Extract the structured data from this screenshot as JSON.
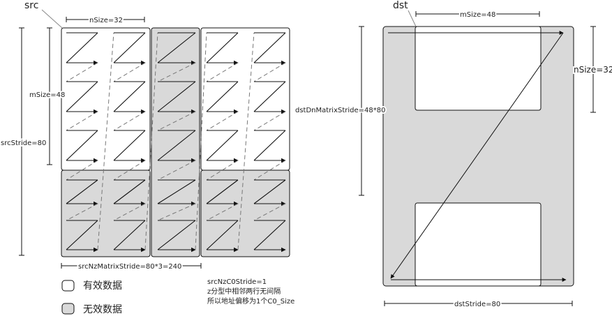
{
  "src": {
    "title": "src",
    "nsize_label": "nSize=32",
    "msize_label": "mSize=48",
    "stride_label": "srcStride=80",
    "bottom_label": "srcNzMatrixStride=80*3=240"
  },
  "dst": {
    "title": "dst",
    "msize_label": "mSize=48",
    "nsize_label": "nSize=32",
    "left_label": "dstDnMatrixStride=48*80",
    "bottom_label": "dstStride=80"
  },
  "legend": {
    "valid_label": "有效数据",
    "invalid_label": "无效数据"
  },
  "note": {
    "line1": "srcNzC0Stride=1",
    "line2": "z分型中相邻两行无间隔",
    "line3": "所以地址偏移为1个C0_Size"
  },
  "colors": {
    "valid_fill": "#ffffff",
    "invalid_fill": "#d9d9d9",
    "stroke": "#111111",
    "dash": "#777777"
  }
}
